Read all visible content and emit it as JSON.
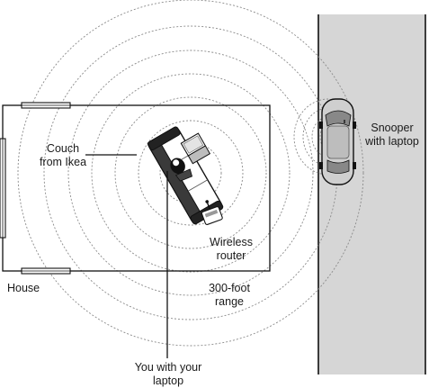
{
  "labels": {
    "couch": [
      "Couch",
      "from Ikea"
    ],
    "router": [
      "Wireless",
      "router"
    ],
    "range": [
      "300-foot",
      "range"
    ],
    "house": "House",
    "snooper": [
      "Snooper",
      "with laptop"
    ],
    "you": [
      "You with your",
      "laptop"
    ]
  },
  "colors": {
    "street": "#d6d6d6",
    "ring": "#8a8a8a",
    "outline": "#111111"
  }
}
